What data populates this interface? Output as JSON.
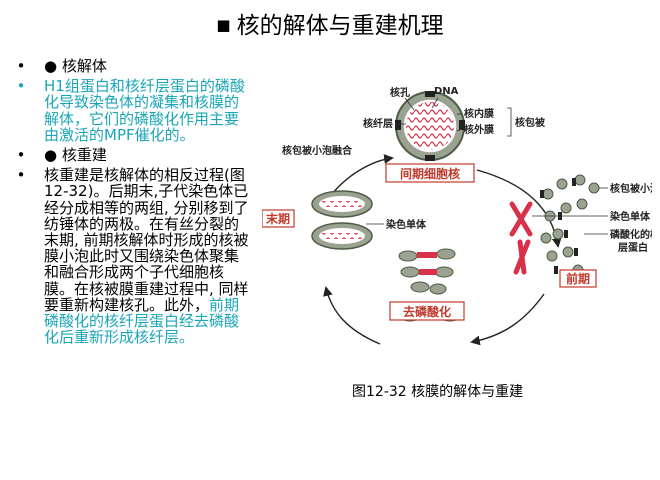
{
  "slide": {
    "title": "核的解体与重建机理",
    "title_marker": "■",
    "bullet_marker": "•",
    "bullets": [
      {
        "text": "● 核解体"
      },
      {
        "text": "H1组蛋白和核纤层蛋白的磷酸化导致染色体的凝集和核膜的解体，它们的磷酸化作用主要由激活的MPF催化的。"
      },
      {
        "text": "● 核重建"
      },
      {
        "text_black": "核重建是核解体的相反过程(图12-32)。后期末,子代染色体已经分成相等的两组, 分别移到了纺锤体的两极。在有丝分裂的末期, 前期核解体时形成的核被膜小泡此时又围绕染色体聚集和融合形成两个子代细胞核膜。在核被膜重建过程中, 同样要重新构建核孔。此外，",
        "text_teal": "前期磷酸化的核纤层蛋白经去磷酸化后重新形成核纤层。"
      }
    ]
  },
  "figure": {
    "caption": "图12-32 核膜的解体与重建",
    "labels": {
      "nuclear_pore": "核孔",
      "dna": "DNA",
      "lamina": "核纤层",
      "inner_membrane": "核内膜",
      "outer_membrane": "核外膜",
      "envelope": "核包被",
      "vesicle_fusion": "核包被小泡融合",
      "interphase": "间期细胞核",
      "telophase": "末期",
      "chromatid": "染色单体",
      "dephosphorylation": "去磷酸化",
      "prophase": "前期",
      "vesicle": "核包被小泡",
      "chromatid_right": "染色单体",
      "phospho_lamin": "磷酸化的核纤层蛋白"
    }
  }
}
